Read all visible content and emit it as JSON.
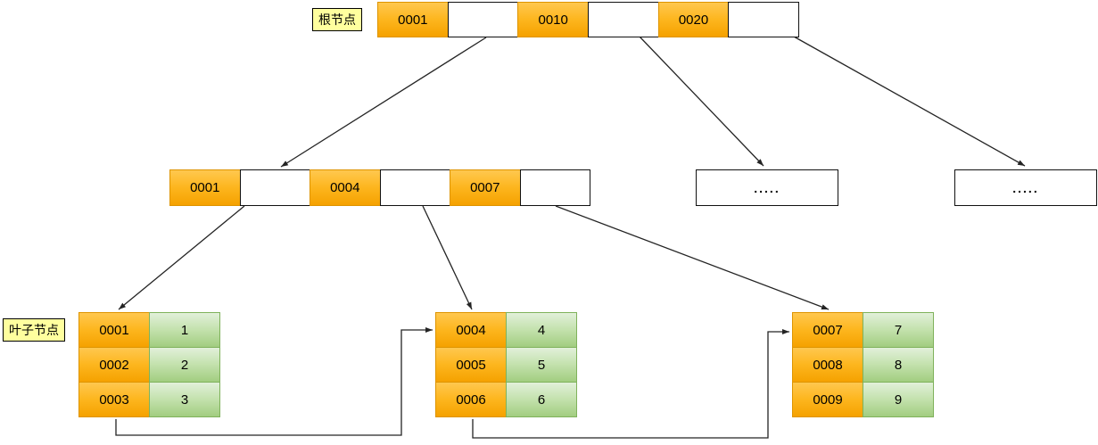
{
  "labels": {
    "root": "根节点",
    "leaf": "叶子节点"
  },
  "root_node": {
    "cells": [
      "0001",
      "",
      "0010",
      "",
      "0020",
      ""
    ]
  },
  "internal_node": {
    "cells": [
      "0001",
      "",
      "0004",
      "",
      "0007",
      ""
    ]
  },
  "collapsed_nodes": [
    {
      "text": "....."
    },
    {
      "text": "....."
    }
  ],
  "leaf_nodes": [
    {
      "rows": [
        {
          "key": "0001",
          "value": "1"
        },
        {
          "key": "0002",
          "value": "2"
        },
        {
          "key": "0003",
          "value": "3"
        }
      ]
    },
    {
      "rows": [
        {
          "key": "0004",
          "value": "4"
        },
        {
          "key": "0005",
          "value": "5"
        },
        {
          "key": "0006",
          "value": "6"
        }
      ]
    },
    {
      "rows": [
        {
          "key": "0007",
          "value": "7"
        },
        {
          "key": "0008",
          "value": "8"
        },
        {
          "key": "0009",
          "value": "9"
        }
      ]
    }
  ],
  "colors": {
    "key_fill_top": "#FFC84F",
    "key_fill_bottom": "#F5A200",
    "key_border": "#DE9400",
    "value_fill_top": "#E2F0DA",
    "value_fill_bottom": "#A2CD80",
    "value_border": "#7FB25B",
    "pointer_fill": "#FFFFFF",
    "pointer_border": "#111111",
    "label_fill": "#FFFF9E",
    "label_border": "#000000",
    "edge": "#242424"
  }
}
